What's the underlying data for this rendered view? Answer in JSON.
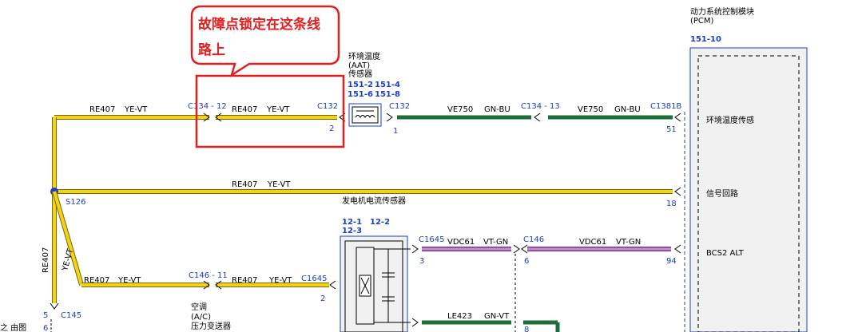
{
  "callout": {
    "line1": "故障点锁定在这条线",
    "line2": "路上"
  },
  "pcm": {
    "title_line1": "动力系统控制模块",
    "title_line2": "(PCM)",
    "ref": "151-10"
  },
  "aat_sensor": {
    "line1": "环境温度",
    "line2": "(AAT)",
    "line3": "传感器",
    "ref1": "151-2",
    "ref2": "151-4",
    "ref3": "151-6",
    "ref4": "151-8"
  },
  "wire_top_left": {
    "circuit": "RE407",
    "color": "YE-VT"
  },
  "wire_top_mid": {
    "circuit": "RE407",
    "color": "YE-VT"
  },
  "conn_c134_12": "C134 - 12",
  "conn_c132_left": "C132",
  "pin_c132_left": "2",
  "conn_c132_right": "C132",
  "pin_c132_right": "1",
  "wire_ve750_a": {
    "circuit": "VE750",
    "color": "GN-BU"
  },
  "conn_c134_13": "C134 - 13",
  "wire_ve750_b": {
    "circuit": "VE750",
    "color": "GN-BU"
  },
  "conn_c1381b": "C1381B",
  "pin_51": "51",
  "pcm_label_aat": "环境温度传感",
  "wire_signal": {
    "circuit": "RE407",
    "color": "YE-VT"
  },
  "splice": "S126",
  "gen_sensor_label": "发电机电流传感器",
  "pin_18": "18",
  "pcm_label_signal": "信号回路",
  "ac_refs": {
    "r1": "12-1",
    "r2": "12-2",
    "r3": "12-3"
  },
  "conn_c1645_top": "C1645",
  "pin_3": "3",
  "wire_vdc61_a": {
    "circuit": "VDC61",
    "color": "VT-GN"
  },
  "conn_c146_top": "C146",
  "pin_6": "6",
  "wire_vdc61_b": {
    "circuit": "VDC61",
    "color": "VT-GN"
  },
  "pin_94": "94",
  "pcm_label_bcs2": "BCS2 ALT",
  "wire_vertical": {
    "circuit": "RE407",
    "color": "YE-VT"
  },
  "wire_bottom_a": {
    "circuit": "RE407",
    "color": "YE-VT"
  },
  "conn_c146_11": "C146 - 11",
  "wire_bottom_b": {
    "circuit": "RE407",
    "color": "YE-VT"
  },
  "conn_c1645_bottom": "C1645",
  "pin_2_bottom": "2",
  "ac_label": {
    "line1": "空调",
    "line2": "(A/C)",
    "line3": "压力变送器"
  },
  "conn_c145": "C145",
  "pin_5": "5",
  "pin_6_left": "6",
  "left_edge_text": "之 由图",
  "wire_le423": {
    "circuit": "LE423",
    "color": "GN-VT"
  },
  "pin_8": "8",
  "colors": {
    "wire_yellow": "#f2d21a",
    "wire_green": "#1e6e3c",
    "wire_violet": "#c68ad6",
    "callout_red": "#e02020",
    "blue": "#1a3fc8"
  }
}
